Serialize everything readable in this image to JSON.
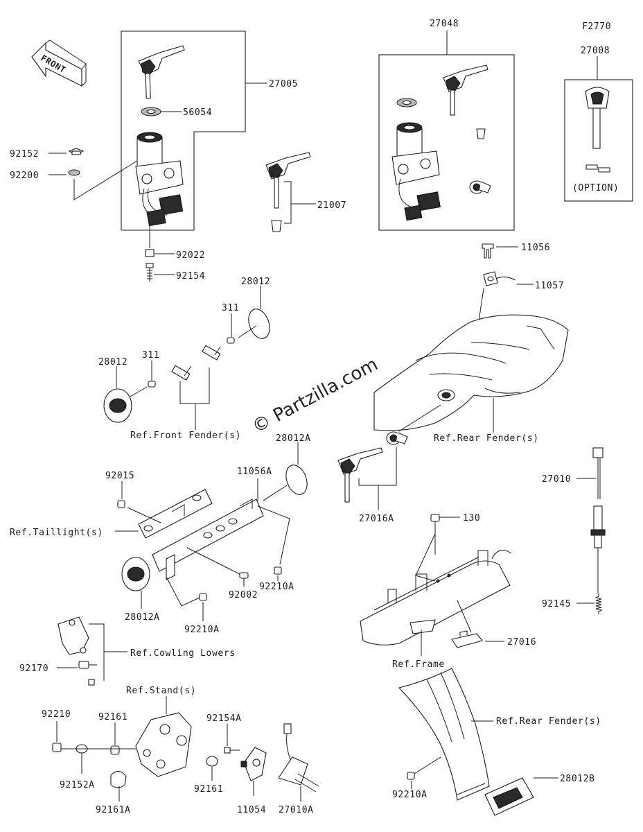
{
  "figure_code": "F2770",
  "front_label": "FRONT",
  "watermark": "© Partzilla.com",
  "parts": {
    "p27005": "27005",
    "p56054": "56054",
    "p92152": "92152",
    "p92200": "92200",
    "p92022": "92022",
    "p92154": "92154",
    "p27048": "27048",
    "p27008": "27008",
    "option": "(OPTION)",
    "p21007": "21007",
    "p11056": "11056",
    "p11057": "11057",
    "p28012_top": "28012",
    "p311_top": "311",
    "p311_left": "311",
    "p28012_left": "28012",
    "ref_front_fender": "Ref.Front Fender(s)",
    "ref_rear_fender": "Ref.Rear Fender(s)",
    "p28012A_top": "28012A",
    "p92015": "92015",
    "p11056A": "11056A",
    "ref_taillight": "Ref.Taillight(s)",
    "p92210A_right": "92210A",
    "p92002": "92002",
    "p28012A_bottom": "28012A",
    "p92210A_bottom": "92210A",
    "p27016A": "27016A",
    "p130": "130",
    "p27010": "27010",
    "p92145": "92145",
    "p27016": "27016",
    "ref_frame": "Ref.Frame",
    "ref_cowling": "Ref.Cowling Lowers",
    "p92170": "92170",
    "ref_stand": "Ref.Stand(s)",
    "p92210": "92210",
    "p92161_top": "92161",
    "p92152A": "92152A",
    "p92161A": "92161A",
    "p92154A": "92154A",
    "p92161_bottom": "92161",
    "p11054": "11054",
    "p27010A": "27010A",
    "ref_rear_fender_2": "Ref.Rear Fender(s)",
    "p92210A_lower": "92210A",
    "p28012B": "28012B"
  }
}
